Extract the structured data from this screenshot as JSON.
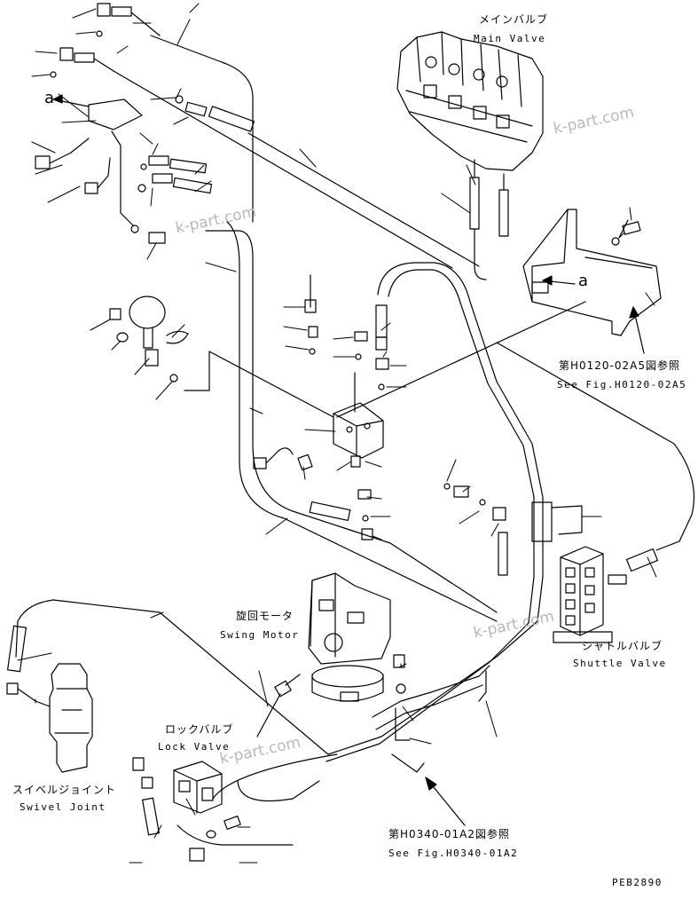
{
  "labels": {
    "main_valve_jp": "メインバルブ",
    "main_valve_en": "Main Valve",
    "see_fig_1_jp": "第H0120-02A5図参照",
    "see_fig_1_en": "See Fig.H0120-02A5",
    "swing_motor_jp": "旋回モータ",
    "swing_motor_en": "Swing Motor",
    "shuttle_valve_jp": "シャトルバルブ",
    "shuttle_valve_en": "Shuttle Valve",
    "lock_valve_jp": "ロックバルブ",
    "lock_valve_en": "Lock Valve",
    "swivel_joint_jp": "スイベルジョイント",
    "swivel_joint_en": "Swivel Joint",
    "see_fig_2_jp": "第H0340-01A2図参照",
    "see_fig_2_en": "See Fig.H0340-01A2",
    "drawing_code": "PEB2890",
    "view_letter_left": "a",
    "view_letter_right": "a"
  },
  "watermarks": [
    "k-part.com",
    "k-part.com",
    "k-part.com",
    "k-part.com"
  ],
  "colors": {
    "line": "#000000",
    "watermark": "#b8b8b8",
    "background": "#ffffff"
  }
}
